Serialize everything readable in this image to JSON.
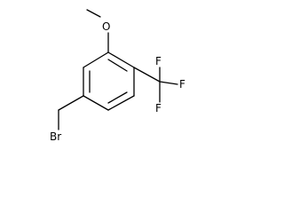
{
  "structure": {
    "atoms": {
      "oxygen": "O",
      "fluorine_1": "F",
      "fluorine_2": "F",
      "fluorine_3": "F",
      "bromine": "Br"
    }
  },
  "colors": {
    "bond": "#000000",
    "text": "#000000",
    "background": "#ffffff"
  }
}
